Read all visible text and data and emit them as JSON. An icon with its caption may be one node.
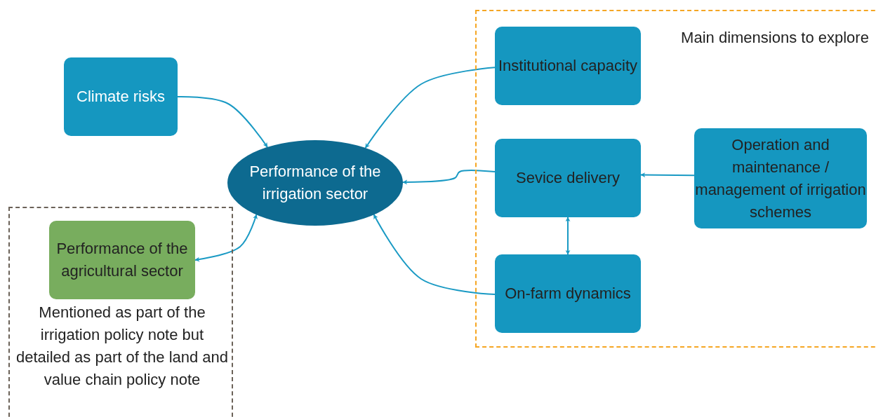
{
  "diagram": {
    "nodes": [
      {
        "text": [
          "Climate risks"
        ]
      },
      {
        "text": [
          "Performance of the irrigation sector"
        ]
      },
      {
        "text": [
          "Mentioned as part of the irrigation policy note but detailed as part of the land and value chain policy note"
        ]
      },
      {
        "text": [
          "Performance of the agricultural sector"
        ],
        "in": 2
      },
      {
        "text": [
          "Main dimensions to explore"
        ]
      },
      {
        "text": [
          "Institutional capacity"
        ],
        "in": 4
      },
      {
        "text": [
          "Sevice delivery"
        ],
        "in": 4
      },
      {
        "text": [
          "Operation and maintenance / management of irrigation schemes"
        ],
        "in": 4
      },
      {
        "text": [
          "On-farm dynamics"
        ],
        "in": 4
      }
    ],
    "edges": [
      {
        "from": 0,
        "to": 1,
        "arrow": "to"
      },
      {
        "from": 5,
        "to": 1,
        "arrow": "to"
      },
      {
        "from": 6,
        "to": 1,
        "arrow": "to"
      },
      {
        "from": 7,
        "to": 6,
        "arrow": "to"
      },
      {
        "from": 6,
        "to": 8,
        "arrow": "both"
      },
      {
        "from": 8,
        "to": 1,
        "arrow": "to"
      },
      {
        "from": 1,
        "to": 3,
        "arrow": "both"
      }
    ]
  }
}
